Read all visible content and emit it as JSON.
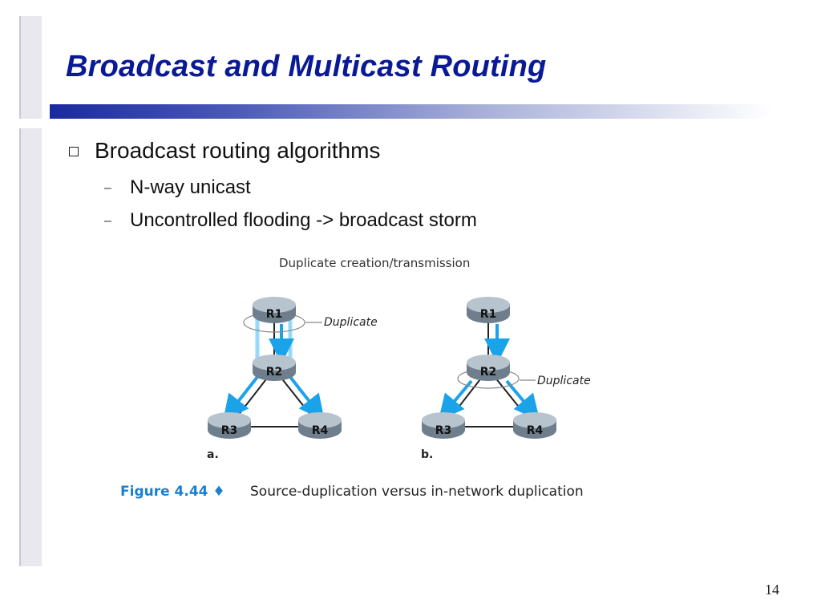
{
  "slide": {
    "title": "Broadcast and Multicast Routing",
    "page_number": "14",
    "bullets": [
      {
        "text": "Broadcast routing algorithms"
      },
      {
        "text": "N-way unicast"
      },
      {
        "text": "Uncontrolled flooding -> broadcast storm"
      }
    ]
  },
  "figure": {
    "heading": "Duplicate creation/transmission",
    "caption_label": "Figure 4.44 ♦",
    "caption_text": "Source-duplication versus in-network duplication",
    "a": {
      "label": "a.",
      "routers": [
        "R1",
        "R2",
        "R3",
        "R4"
      ],
      "duplicate_label": "Duplicate"
    },
    "b": {
      "label": "b.",
      "routers": [
        "R1",
        "R2",
        "R3",
        "R4"
      ],
      "duplicate_label": "Duplicate"
    },
    "colors": {
      "arrow": "#1aa3e8",
      "router": "#6e7e8c",
      "caption": "#1a7fd1",
      "title": "#0a1a96"
    }
  }
}
